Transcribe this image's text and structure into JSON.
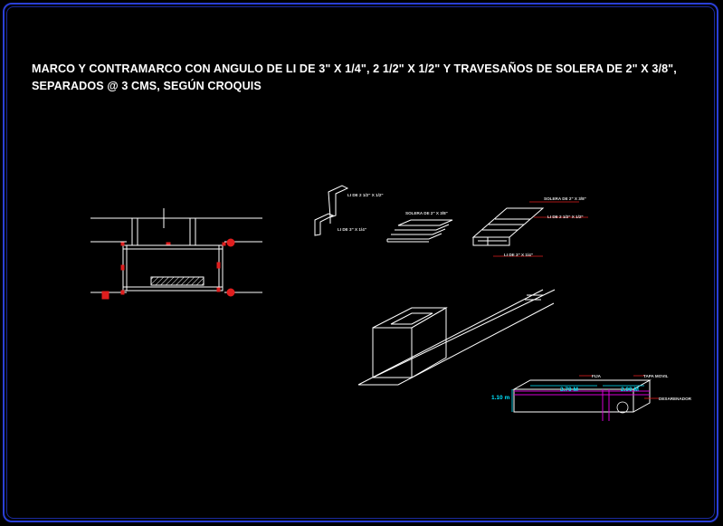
{
  "title": {
    "line1": "MARCO Y CONTRAMARCO CON ANGULO DE LI DE 3\" X 1/4\", 2 1/2\" X 1/2\" Y TRAVESAÑOS DE SOLERA DE 2\" X 3/8\",",
    "line2": "SEPARADOS @ 3 CMS, SEGÚN CROQUIS"
  },
  "labels": {
    "angle_top": "LI DE 2 1/2\" X 1/2\"",
    "angle_bottom": "LI DE 3\" X 1/4\"",
    "solera": "SOLERA DE 2\" X 3/8\"",
    "asm_solera": "SOLERA DE 2\" X 3/8\"",
    "asm_li_mid": "LI DE 2 1/2\" X 1/2\"",
    "asm_li_bottom": "LI DE 3\" X 1/4\"",
    "fija": "FIJA",
    "tapa_movil": "TAPA MOVIL",
    "desarenador": "DESARENADOR",
    "dim_height": "1.10 m",
    "dim_fixed": "3.70 M",
    "dim_mobile": "2.00 M"
  },
  "colors": {
    "background": "#000000",
    "frame": "#2a3fd6",
    "line": "#ffffff",
    "marker": "#e01e1e",
    "leader": "#e01e1e",
    "dimension": "#00e5ff",
    "accent": "#d400d4"
  }
}
